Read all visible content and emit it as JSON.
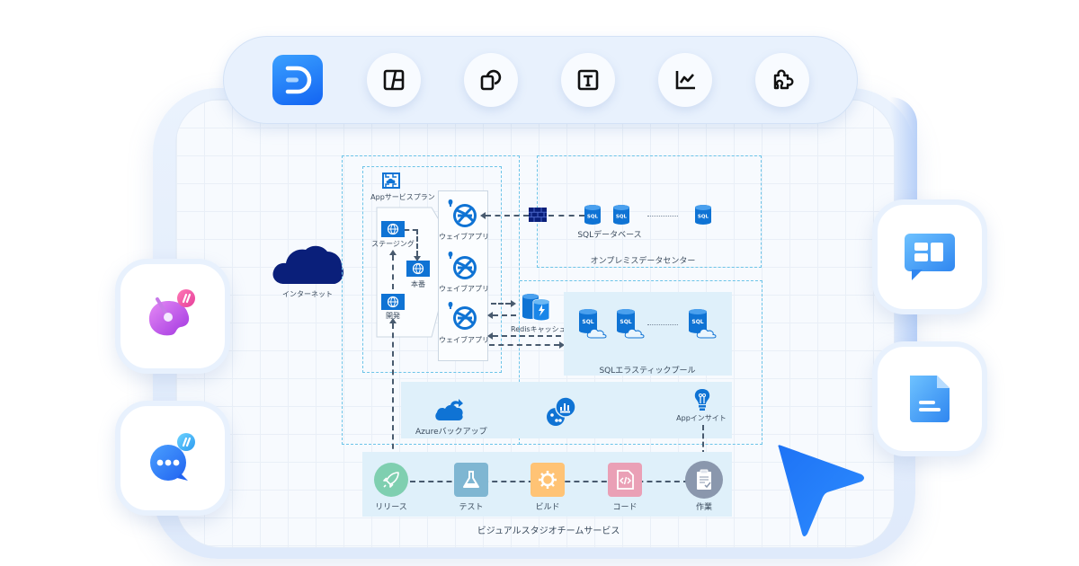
{
  "toolbar": {
    "logo": {
      "icon": "app-logo-icon",
      "color": "#1f7cf5"
    },
    "buttons": [
      {
        "id": "layout",
        "icon": "layout-panel-icon"
      },
      {
        "id": "shapes",
        "icon": "shapes-icon"
      },
      {
        "id": "text",
        "icon": "text-box-icon"
      },
      {
        "id": "chart",
        "icon": "line-chart-icon"
      },
      {
        "id": "plugin",
        "icon": "puzzle-icon"
      }
    ]
  },
  "side_tiles": {
    "left": [
      {
        "id": "palette",
        "icon": "palette-ai-icon",
        "badge": "//"
      },
      {
        "id": "chat",
        "icon": "chat-ai-icon",
        "badge": "//"
      }
    ],
    "right": [
      {
        "id": "board",
        "icon": "board-message-icon"
      },
      {
        "id": "document",
        "icon": "document-icon"
      }
    ]
  },
  "diagram": {
    "internet": "インターネット",
    "app_service_plan": "Appサービスプラン",
    "staging": "ステージング",
    "production": "本番",
    "development": "開発",
    "web_apps": [
      "ウェイブアプリ",
      "ウェイブアプリ",
      "ウェイブアプリ"
    ],
    "redis_cache": "Redisキャッシュ",
    "sql_database": "SQLデータベース",
    "on_premise_dc": "オンプレミスデータセンター",
    "sql_elastic_pool": "SQLエラスティックプール",
    "azure_backup": "Azureバックアップ",
    "app_insights": "Appインサイト",
    "sql_tag": "SQL",
    "pipeline": {
      "title": "ビジュアルスタジオチームサービス",
      "steps": [
        {
          "label": "リリース",
          "color": "#7fcfb0",
          "icon": "rocket-icon"
        },
        {
          "label": "テスト",
          "color": "#7fb6d2",
          "icon": "flask-icon"
        },
        {
          "label": "ビルド",
          "color": "#ffc375",
          "icon": "gear-icon"
        },
        {
          "label": "コード",
          "color": "#eaa0b6",
          "icon": "code-file-icon"
        },
        {
          "label": "作業",
          "color": "#8a97ad",
          "icon": "clipboard-icon"
        }
      ]
    }
  },
  "colors": {
    "accent": "#1f7cf5",
    "azure_blue": "#0f73d4",
    "navy": "#0a1f7a",
    "dashed_border": "#6cc4e8",
    "panel": "#dff0fa",
    "connector": "#485a6e"
  }
}
